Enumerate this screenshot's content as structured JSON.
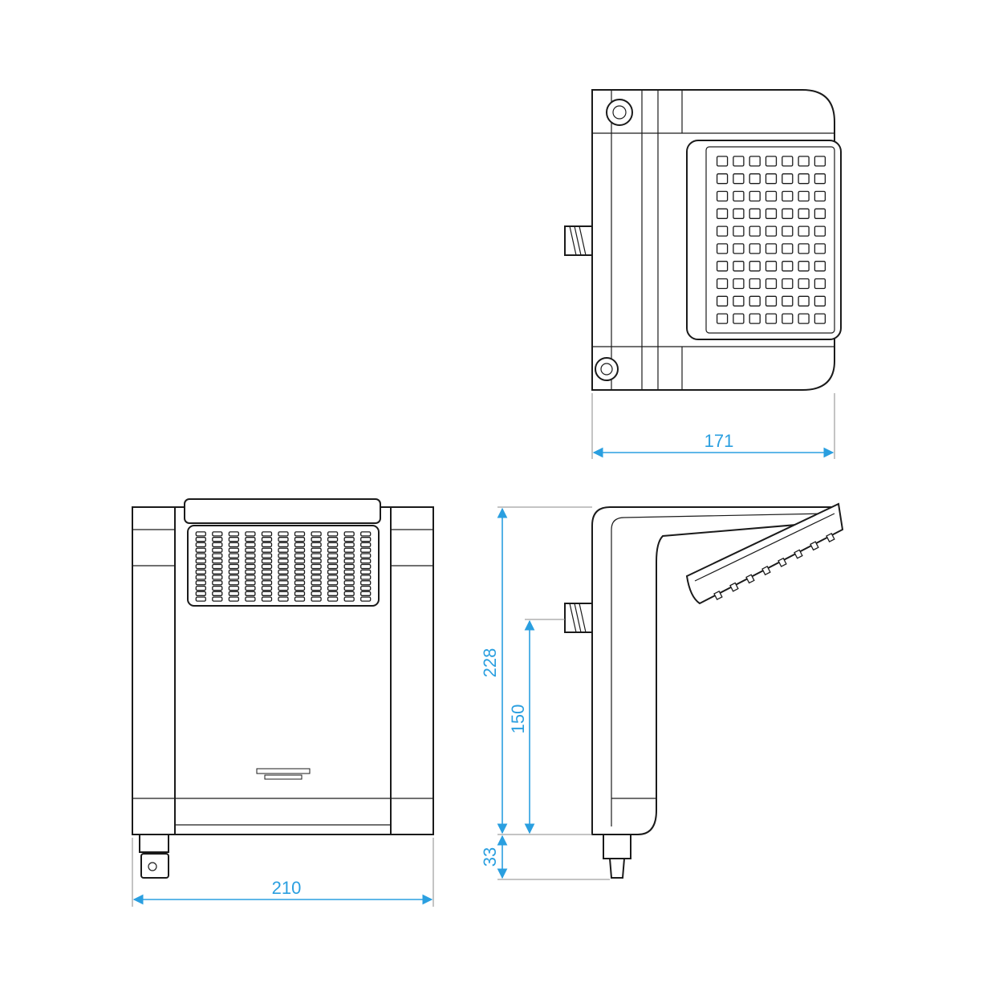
{
  "dimension_color": "#2a9fe0",
  "line_color": "#1a1a1a",
  "dimensions": {
    "top_width": "171",
    "front_width": "210",
    "side_total_height": "228",
    "side_mount_height": "150",
    "side_bottom_height": "33"
  },
  "grids": {
    "top_view": {
      "rows": 10,
      "cols": 7
    },
    "front_view": {
      "rows": 13,
      "cols": 11
    }
  }
}
